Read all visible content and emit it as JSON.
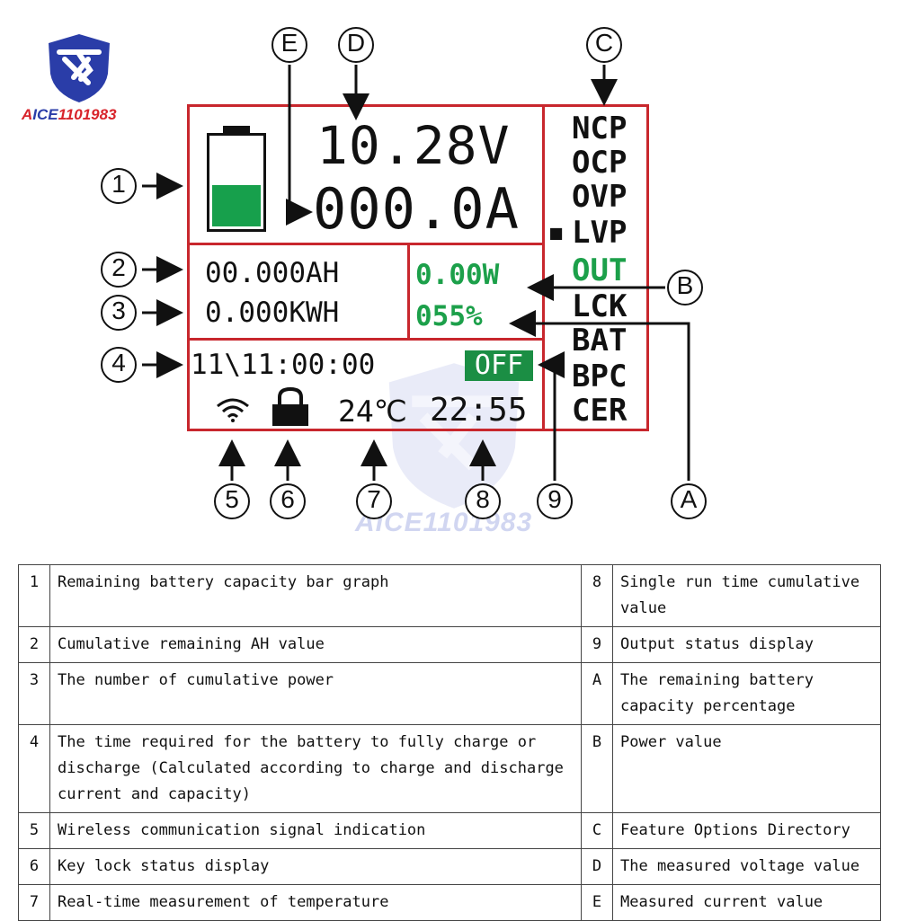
{
  "logo": {
    "brand_prefix": "A",
    "brand_ice": "ICE",
    "brand_num": "1101983"
  },
  "watermark": "AICE1101983",
  "display": {
    "voltage": "10.28V",
    "current": "000.0A",
    "ah": "00.000AH",
    "kwh": "0.000KWH",
    "power": "0.00W",
    "percent": "055%",
    "time": "11\\11:00:00",
    "output_status": "OFF",
    "temperature": "24℃",
    "run_time": "22:55",
    "battery_level": 0.5,
    "options": [
      "NCP",
      "OCP",
      "OVP",
      "LVP",
      "OUT",
      "LCK",
      "BAT",
      "BPC",
      "CER"
    ],
    "selected_marker": "■",
    "colors": {
      "border": "#c8272d",
      "green": "#1ca04a",
      "off_bg": "#1b8e44"
    },
    "icons": {
      "wifi": "wifi-icon",
      "lock": "lock-icon"
    }
  },
  "callouts": {
    "c1": "1",
    "c2": "2",
    "c3": "3",
    "c4": "4",
    "c5": "5",
    "c6": "6",
    "c7": "7",
    "c8": "8",
    "c9": "9",
    "cA": "A",
    "cB": "B",
    "cC": "C",
    "cD": "D",
    "cE": "E"
  },
  "legend": [
    {
      "left_num": "1",
      "left_text": "Remaining battery capacity bar graph",
      "right_num": "8",
      "right_text": "Single run time cumulative value"
    },
    {
      "left_num": "2",
      "left_text": "Cumulative remaining AH value",
      "right_num": "9",
      "right_text": "Output status display"
    },
    {
      "left_num": "3",
      "left_text": "The number of cumulative power",
      "right_num": "A",
      "right_text": "The remaining battery capacity percentage"
    },
    {
      "left_num": "4",
      "left_text": "The time required for the battery to fully charge or discharge (Calculated according to charge and discharge current and capacity)",
      "right_num": "B",
      "right_text": "Power value"
    },
    {
      "left_num": "5",
      "left_text": "Wireless communication signal indication",
      "right_num": "C",
      "right_text": "Feature Options Directory"
    },
    {
      "left_num": "6",
      "left_text": "Key lock status display",
      "right_num": "D",
      "right_text": "The measured voltage value"
    },
    {
      "left_num": "7",
      "left_text": "Real-time measurement of temperature",
      "right_num": "E",
      "right_text": "Measured current value"
    }
  ]
}
